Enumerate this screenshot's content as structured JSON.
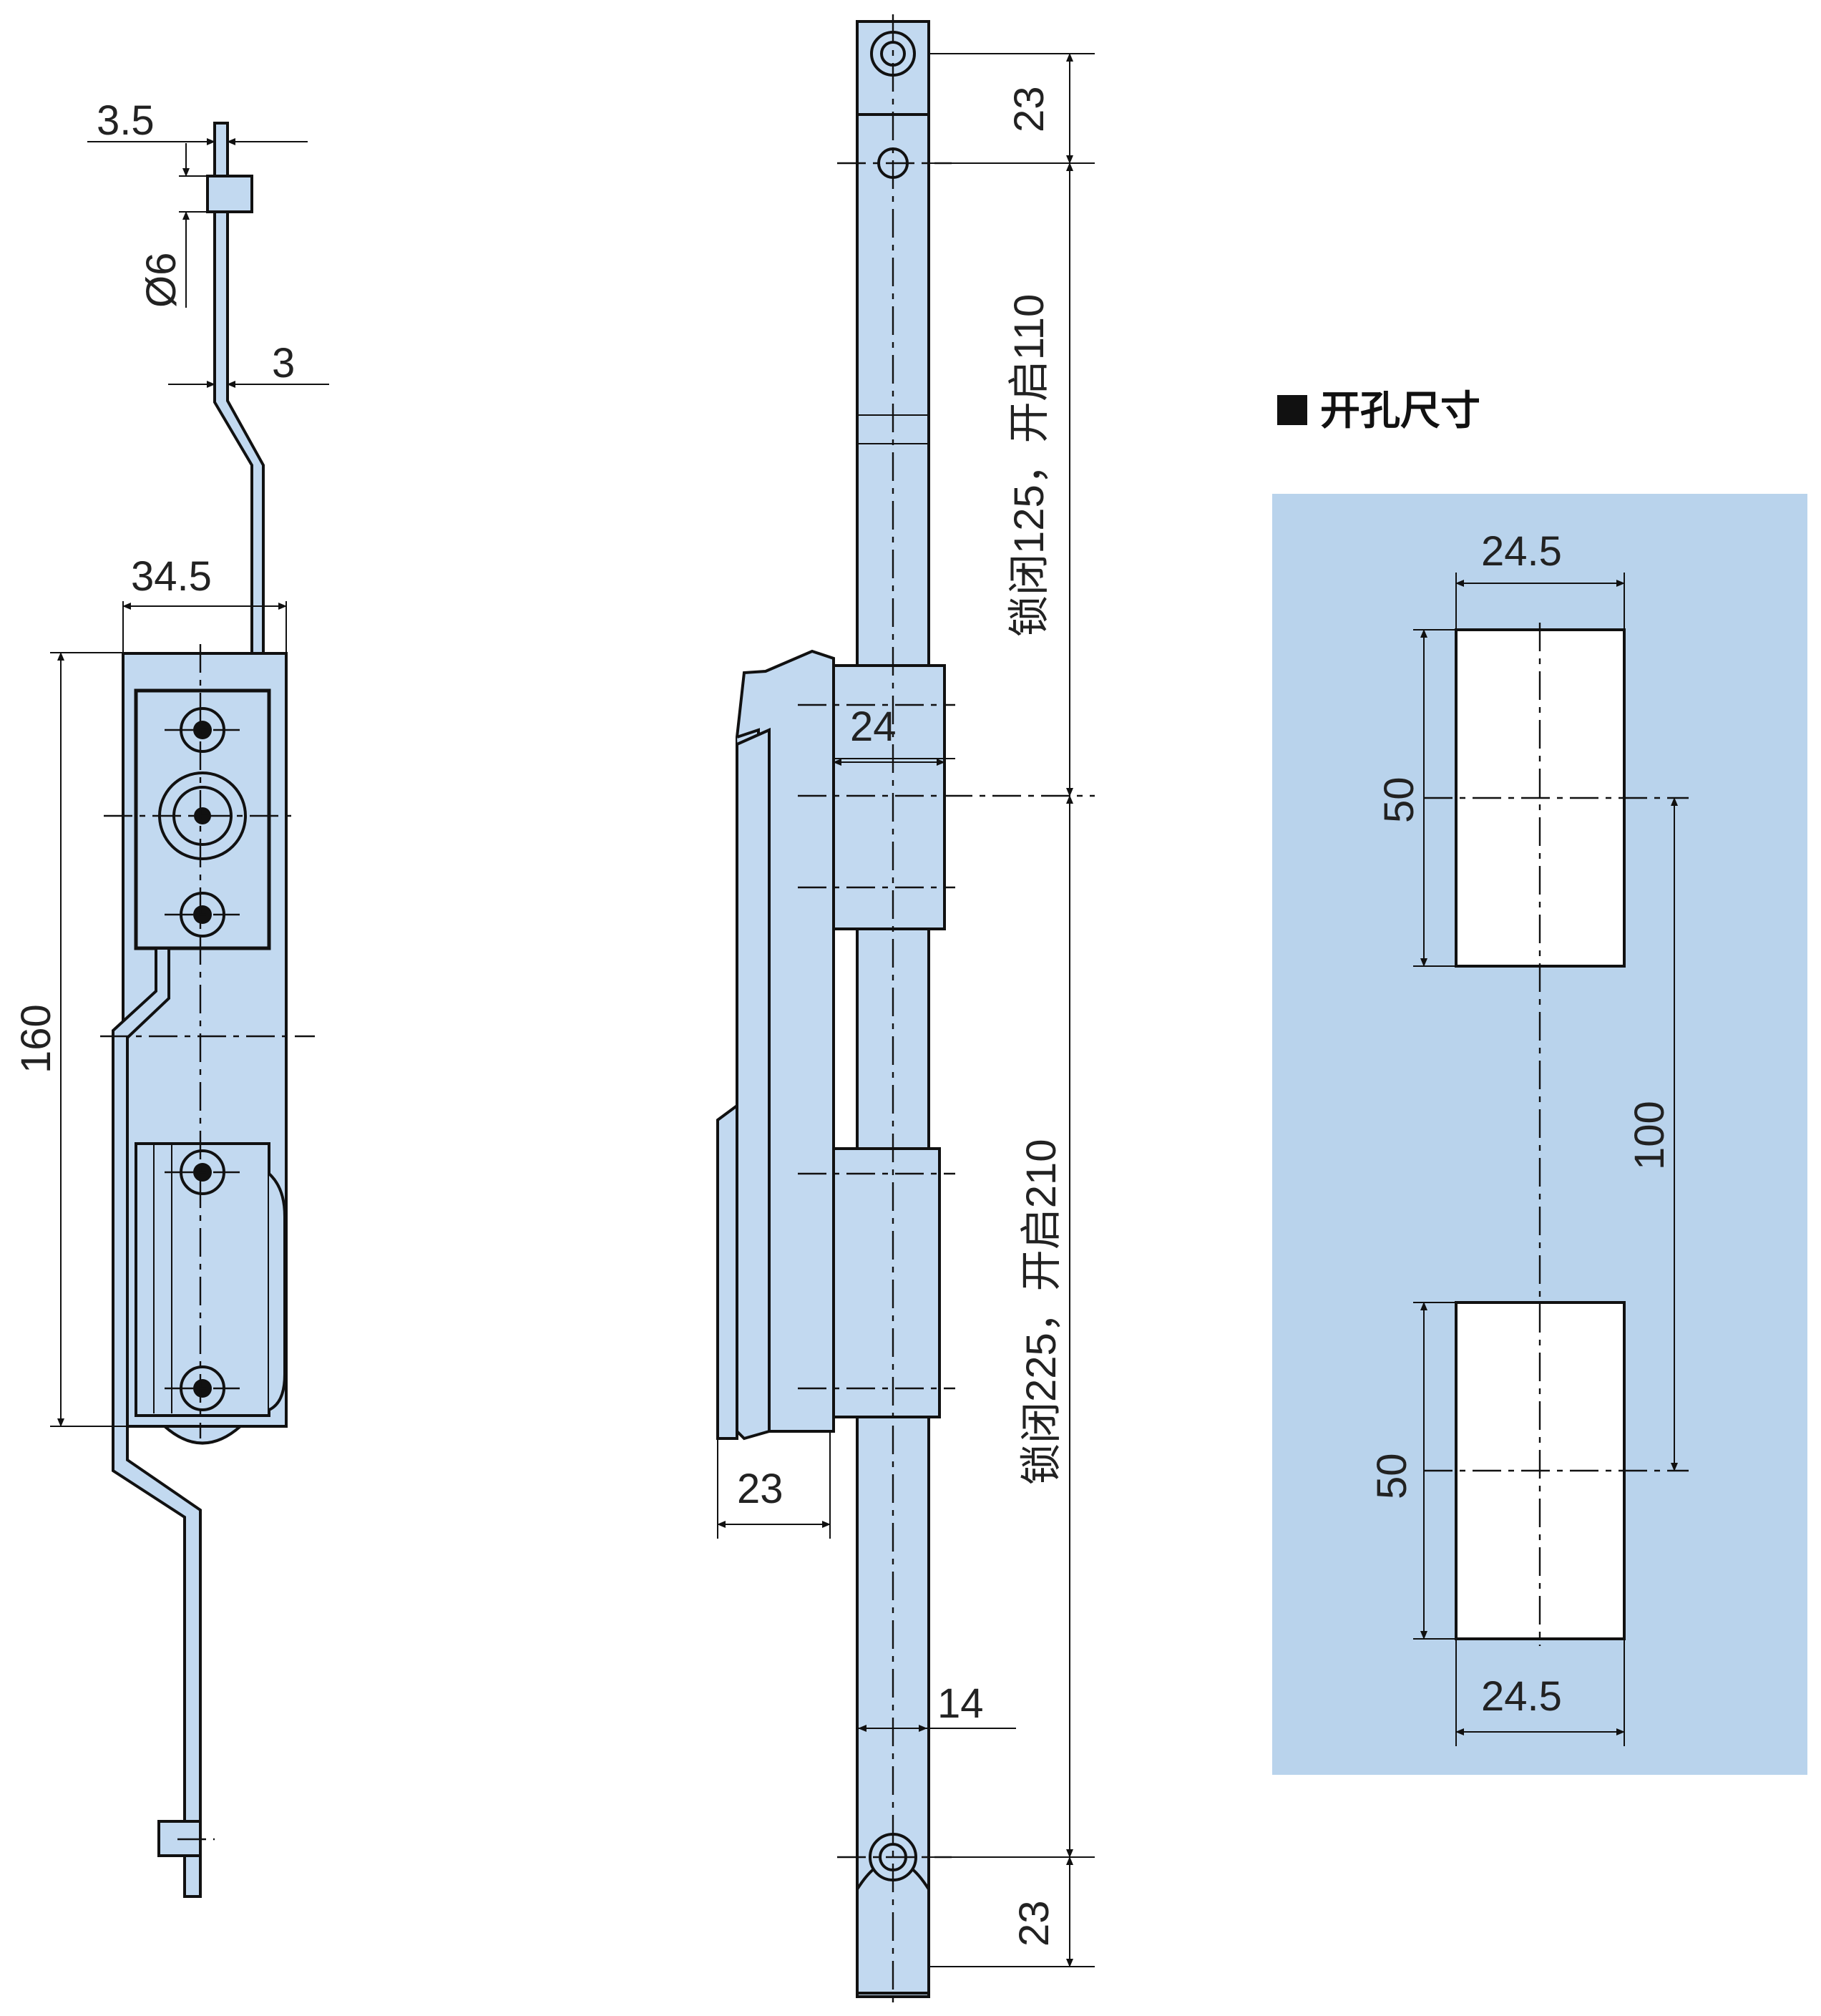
{
  "colors": {
    "part_fill": "#c2d9f0",
    "panel_fill": "#b9d3ec",
    "line": "#111111",
    "text": "#222222"
  },
  "cutout_section": {
    "title": "开孔尺寸",
    "title_marker_icon": "black-square",
    "top_width": "24.5",
    "bottom_width": "24.5",
    "top_height": "50",
    "bottom_height": "50",
    "center_distance": "100"
  },
  "side_view": {
    "dim_3_5": "3.5",
    "dim_phi6": "Ø6",
    "dim_3": "3",
    "dim_34_5": "34.5",
    "dim_160": "160"
  },
  "front_view": {
    "dim_top_23": "23",
    "dim_upper_rod": "锁闭125，开启110",
    "dim_24": "24",
    "dim_lower_rod": "锁闭225，开启210",
    "dim_23_handle": "23",
    "dim_14": "14",
    "dim_bottom_23": "23"
  }
}
